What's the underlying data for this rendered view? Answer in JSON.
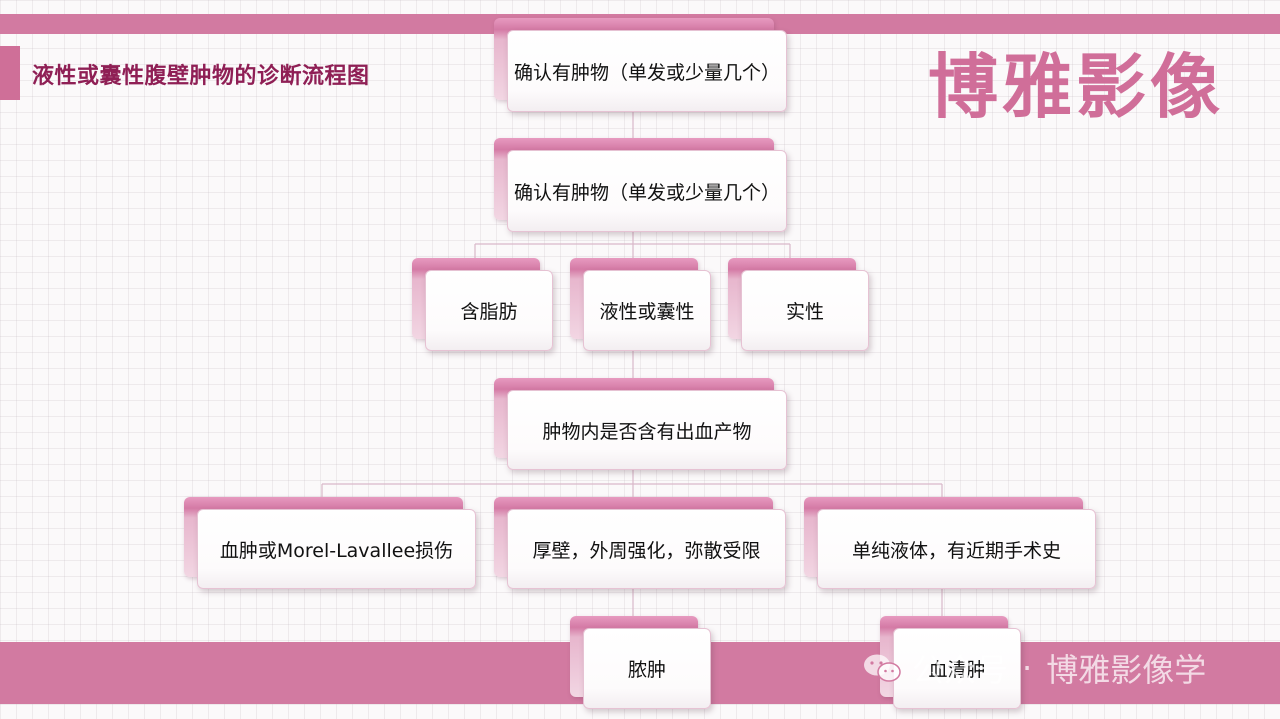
{
  "title": "液性或囊性腹壁肿物的诊断流程图",
  "brand": "博雅影像",
  "watermark": {
    "prefix": "公众号",
    "separator": "·",
    "account": "博雅影像学"
  },
  "nodes": {
    "root": "确认有肿物（单发或少量几个）",
    "second": "确认有肿物（单发或少量几个）",
    "fat": "含脂肪",
    "cystic": "液性或囊性",
    "solid": "实性",
    "blood": "肿物内是否含有出血产物",
    "hematoma": "血肿或Morel-Lavallee损伤",
    "thick_wall": "厚壁，外周强化，弥散受限",
    "simple_fluid": "单纯液体，有近期手术史",
    "abscess": "脓肿",
    "seroma": "血清肿"
  }
}
